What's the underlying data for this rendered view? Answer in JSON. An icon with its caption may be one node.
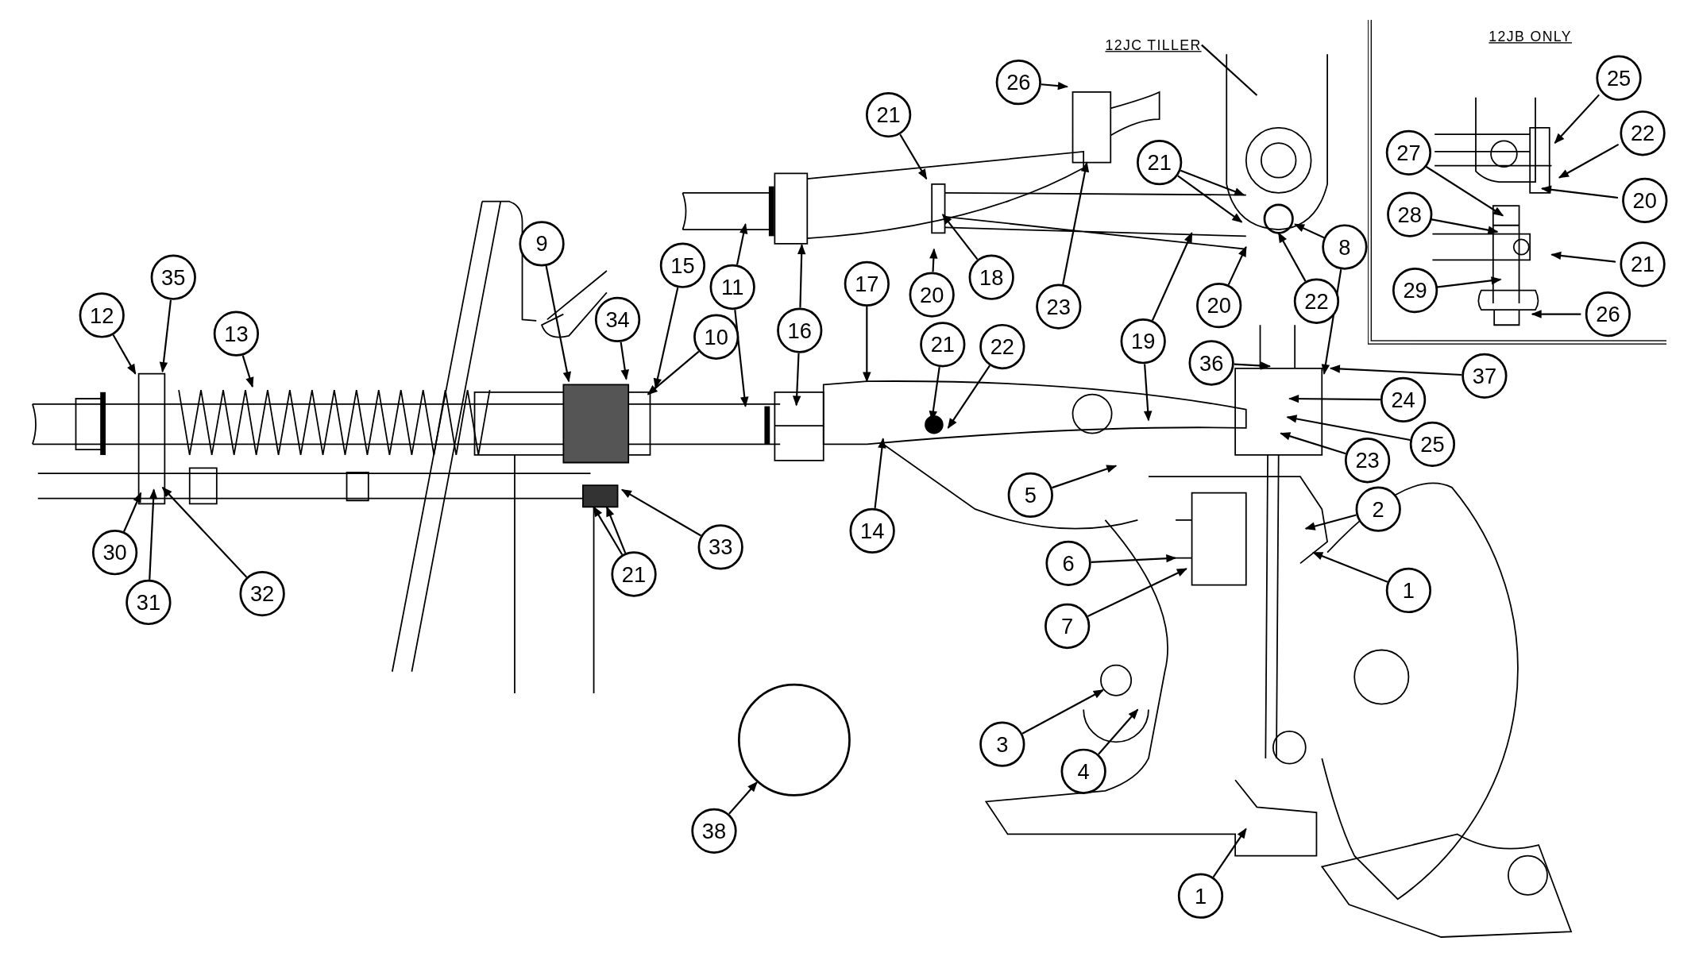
{
  "diagram": {
    "nodes": [
      {
        "text": [
          "12JC TILLER"
        ]
      },
      {
        "text": [
          "12JB ONLY"
        ]
      },
      {
        "text": [
          "25"
        ],
        "in": 1
      },
      {
        "text": [
          "26"
        ]
      },
      {
        "text": [
          "21"
        ]
      },
      {
        "text": [
          "22"
        ],
        "in": 1
      },
      {
        "text": [
          "27"
        ],
        "in": 1
      },
      {
        "text": [
          "21"
        ]
      },
      {
        "text": [
          "20"
        ],
        "in": 1
      },
      {
        "text": [
          "28"
        ],
        "in": 1
      },
      {
        "text": [
          "9"
        ]
      },
      {
        "text": [
          "8"
        ]
      },
      {
        "text": [
          "21"
        ],
        "in": 1
      },
      {
        "text": [
          "15"
        ]
      },
      {
        "text": [
          "11"
        ]
      },
      {
        "text": [
          "18"
        ]
      },
      {
        "text": [
          "35"
        ]
      },
      {
        "text": [
          "29"
        ],
        "in": 1
      },
      {
        "text": [
          "20"
        ]
      },
      {
        "text": [
          "20"
        ]
      },
      {
        "text": [
          "22"
        ]
      },
      {
        "text": [
          "23"
        ]
      },
      {
        "text": [
          "12"
        ]
      },
      {
        "text": [
          "26"
        ],
        "in": 1
      },
      {
        "text": [
          "13"
        ]
      },
      {
        "text": [
          "34"
        ]
      },
      {
        "text": [
          "10"
        ]
      },
      {
        "text": [
          "16"
        ]
      },
      {
        "text": [
          "17"
        ]
      },
      {
        "text": [
          "19"
        ]
      },
      {
        "text": [
          "21"
        ]
      },
      {
        "text": [
          "22"
        ]
      },
      {
        "text": [
          "36"
        ]
      },
      {
        "text": [
          "37"
        ]
      },
      {
        "text": [
          "24"
        ]
      },
      {
        "text": [
          "25"
        ]
      },
      {
        "text": [
          "23"
        ]
      },
      {
        "text": [
          "5"
        ]
      },
      {
        "text": [
          "2"
        ]
      },
      {
        "text": [
          "14"
        ]
      },
      {
        "text": [
          "1"
        ]
      },
      {
        "text": [
          "30"
        ]
      },
      {
        "text": [
          "33"
        ]
      },
      {
        "text": [
          "6"
        ]
      },
      {
        "text": [
          "21"
        ]
      },
      {
        "text": [
          "32"
        ]
      },
      {
        "text": [
          "31"
        ]
      },
      {
        "text": [
          "7"
        ]
      },
      {
        "text": [],
        "shape": "circle"
      },
      {
        "text": [
          "3"
        ]
      },
      {
        "text": [
          "4"
        ]
      },
      {
        "text": [
          "38"
        ]
      },
      {
        "text": [
          "1"
        ]
      }
    ],
    "edges": [
      {
        "from": 0,
        "to": null,
        "arrow": "none"
      },
      {
        "from": 2,
        "to": null,
        "arrow": "to"
      },
      {
        "from": 3,
        "to": null,
        "arrow": "to"
      },
      {
        "from": 4,
        "to": null,
        "arrow": "to"
      },
      {
        "from": 5,
        "to": null,
        "arrow": "to"
      },
      {
        "from": 6,
        "to": null,
        "arrow": "to"
      },
      {
        "from": 7,
        "to": null,
        "arrow": "to"
      },
      {
        "from": 7,
        "to": null,
        "arrow": "to"
      },
      {
        "from": 8,
        "to": null,
        "arrow": "to"
      },
      {
        "from": 9,
        "to": null,
        "arrow": "to"
      },
      {
        "from": 10,
        "to": null,
        "arrow": "to"
      },
      {
        "from": 11,
        "to": null,
        "arrow": "to"
      },
      {
        "from": 11,
        "to": null,
        "arrow": "to"
      },
      {
        "from": 12,
        "to": null,
        "arrow": "to"
      },
      {
        "from": 13,
        "to": null,
        "arrow": "to"
      },
      {
        "from": 14,
        "to": null,
        "arrow": "to"
      },
      {
        "from": 14,
        "to": null,
        "arrow": "to"
      },
      {
        "from": 15,
        "to": null,
        "arrow": "to"
      },
      {
        "from": 16,
        "to": null,
        "arrow": "to"
      },
      {
        "from": 17,
        "to": null,
        "arrow": "to"
      },
      {
        "from": 18,
        "to": null,
        "arrow": "to"
      },
      {
        "from": 19,
        "to": null,
        "arrow": "to"
      },
      {
        "from": 20,
        "to": null,
        "arrow": "to"
      },
      {
        "from": 21,
        "to": null,
        "arrow": "to"
      },
      {
        "from": 22,
        "to": null,
        "arrow": "to"
      },
      {
        "from": 23,
        "to": null,
        "arrow": "to"
      },
      {
        "from": 24,
        "to": null,
        "arrow": "to"
      },
      {
        "from": 25,
        "to": null,
        "arrow": "to"
      },
      {
        "from": 26,
        "to": null,
        "arrow": "to"
      },
      {
        "from": 27,
        "to": null,
        "arrow": "to"
      },
      {
        "from": 27,
        "to": null,
        "arrow": "to"
      },
      {
        "from": 28,
        "to": null,
        "arrow": "to"
      },
      {
        "from": 29,
        "to": null,
        "arrow": "to"
      },
      {
        "from": 29,
        "to": null,
        "arrow": "to"
      },
      {
        "from": 30,
        "to": null,
        "arrow": "to"
      },
      {
        "from": 31,
        "to": null,
        "arrow": "to"
      },
      {
        "from": 32,
        "to": null,
        "arrow": "to"
      },
      {
        "from": 33,
        "to": null,
        "arrow": "to"
      },
      {
        "from": 34,
        "to": null,
        "arrow": "to"
      },
      {
        "from": 35,
        "to": null,
        "arrow": "to"
      },
      {
        "from": 36,
        "to": null,
        "arrow": "to"
      },
      {
        "from": 37,
        "to": null,
        "arrow": "to"
      },
      {
        "from": 38,
        "to": null,
        "arrow": "to"
      },
      {
        "from": 39,
        "to": null,
        "arrow": "to"
      },
      {
        "from": 40,
        "to": null,
        "arrow": "to"
      },
      {
        "from": 41,
        "to": null,
        "arrow": "to"
      },
      {
        "from": 42,
        "to": null,
        "arrow": "to"
      },
      {
        "from": 43,
        "to": null,
        "arrow": "to"
      },
      {
        "from": 44,
        "to": null,
        "arrow": "to"
      },
      {
        "from": 44,
        "to": null,
        "arrow": "to"
      },
      {
        "from": 45,
        "to": null,
        "arrow": "to"
      },
      {
        "from": 46,
        "to": null,
        "arrow": "to"
      },
      {
        "from": 47,
        "to": null,
        "arrow": "to"
      },
      {
        "from": 49,
        "to": null,
        "arrow": "to"
      },
      {
        "from": 50,
        "to": null,
        "arrow": "to"
      },
      {
        "from": 51,
        "to": 48,
        "arrow": "to"
      },
      {
        "from": 52,
        "to": null,
        "arrow": "to"
      }
    ]
  }
}
